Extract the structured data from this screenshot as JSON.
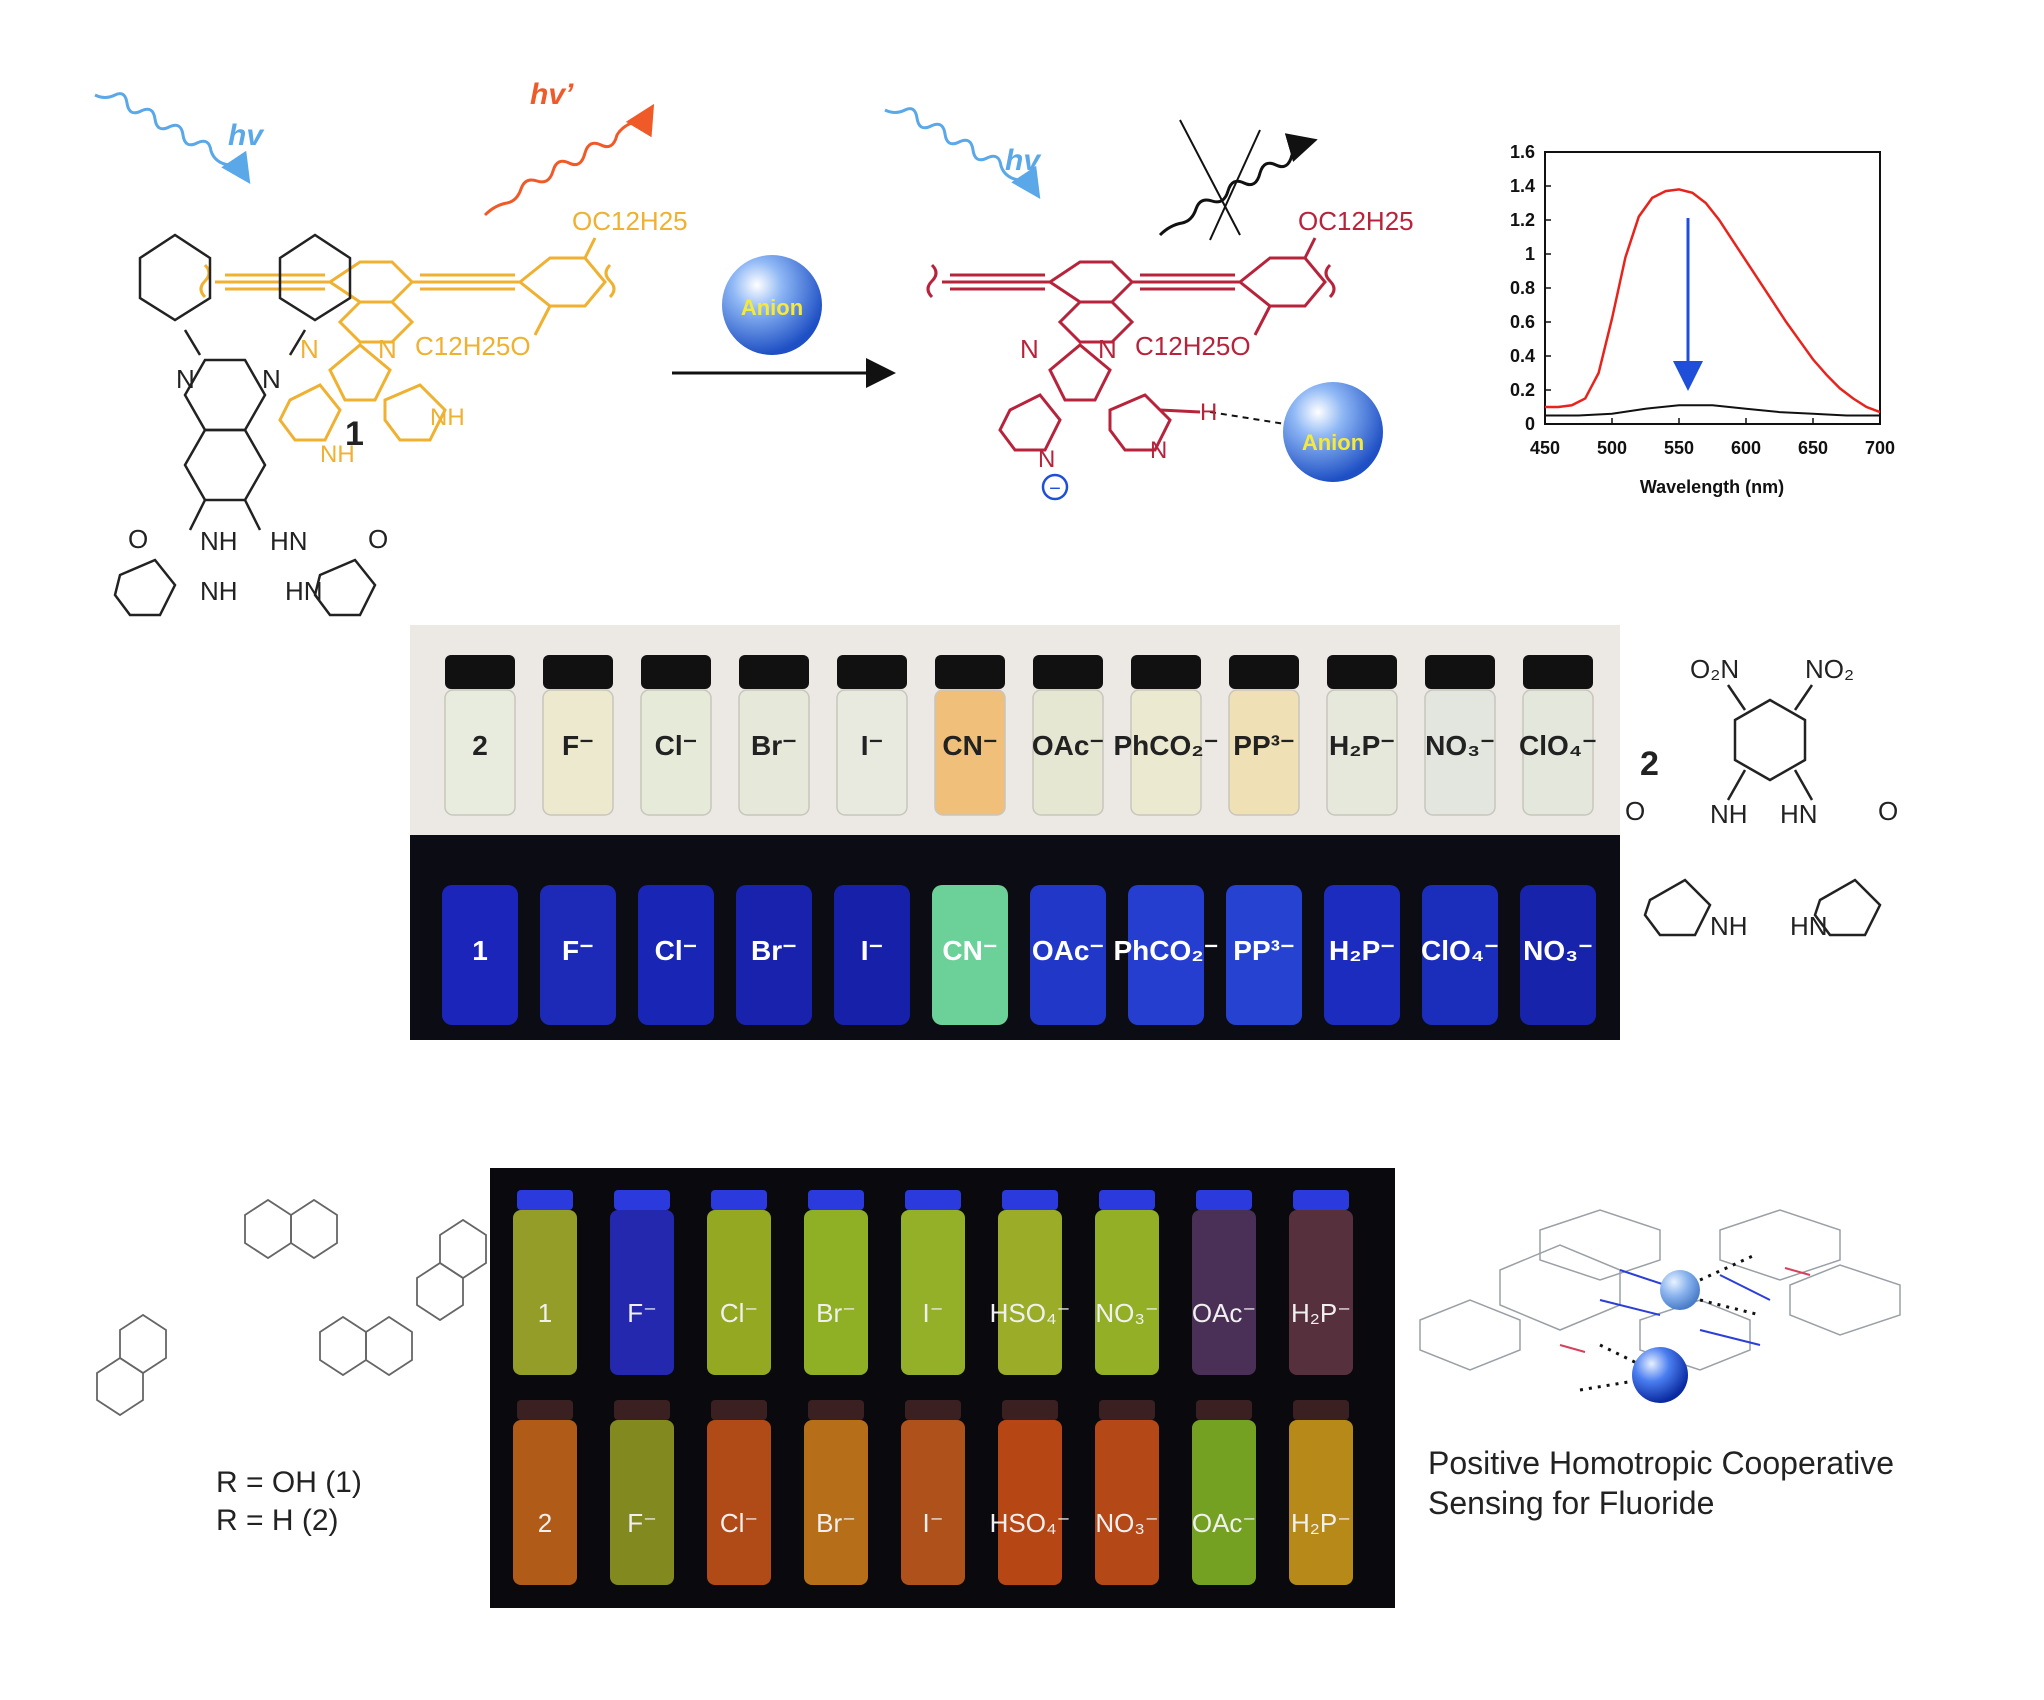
{
  "scheme_top": {
    "hv": "hv",
    "hv_prime": "hv’",
    "oc12h25": "OC12H25",
    "c12h25o": "C12H25O",
    "n": "N",
    "nh": "NH",
    "h": "H",
    "anion": "Anion",
    "minus": "−"
  },
  "spectrum": {
    "chart_data": {
      "type": "line",
      "xlabel": "Wavelength (nm)",
      "ylabel": "",
      "xlim": [
        450,
        700
      ],
      "ylim": [
        0,
        1.6
      ],
      "xticks": [
        450,
        500,
        550,
        600,
        650,
        700
      ],
      "yticks": [
        0,
        0.2,
        0.4,
        0.6,
        0.8,
        1,
        1.2,
        1.4,
        1.6
      ],
      "series": [
        {
          "color": "#e8231c",
          "x": [
            450,
            460,
            470,
            480,
            490,
            500,
            510,
            520,
            530,
            540,
            550,
            560,
            570,
            580,
            590,
            600,
            610,
            620,
            630,
            640,
            650,
            660,
            670,
            680,
            690,
            700
          ],
          "y": [
            0.1,
            0.1,
            0.11,
            0.15,
            0.3,
            0.62,
            0.98,
            1.22,
            1.33,
            1.37,
            1.38,
            1.36,
            1.3,
            1.2,
            1.08,
            0.96,
            0.84,
            0.72,
            0.6,
            0.49,
            0.38,
            0.29,
            0.21,
            0.15,
            0.1,
            0.07
          ]
        },
        {
          "color": "#111111",
          "x": [
            450,
            475,
            500,
            525,
            550,
            575,
            600,
            625,
            650,
            675,
            700
          ],
          "y": [
            0.05,
            0.05,
            0.06,
            0.09,
            0.11,
            0.11,
            0.09,
            0.07,
            0.06,
            0.05,
            0.05
          ]
        }
      ]
    }
  },
  "mid": {
    "label1": "1",
    "label2": "2",
    "n": "N",
    "nh": "NH",
    "hn": "HN",
    "o": "O",
    "no2": "O₂N",
    "no2b": "NO₂",
    "top_vials": [
      "2",
      "F⁻",
      "Cl⁻",
      "Br⁻",
      "I⁻",
      "CN⁻",
      "OAc⁻",
      "PhCO₂⁻",
      "PP³⁻",
      "H₂P⁻",
      "NO₃⁻",
      "ClO₄⁻"
    ],
    "top_colors": [
      "#e8ecde",
      "#ece9cf",
      "#e6ead9",
      "#e6e8da",
      "#e8eadf",
      "#f0c07a",
      "#e6e7d2",
      "#ebead0",
      "#f0e0b5",
      "#e5e8da",
      "#e2e6de",
      "#e4e7db"
    ],
    "bottom_vials": [
      "1",
      "F⁻",
      "Cl⁻",
      "Br⁻",
      "I⁻",
      "CN⁻",
      "OAc⁻",
      "PhCO₂⁻",
      "PP³⁻",
      "H₂P⁻",
      "ClO₄⁻",
      "NO₃⁻"
    ],
    "bottom_colors": [
      "#1f2ad6",
      "#2130d4",
      "#1c2ad0",
      "#1b27c8",
      "#1a25c2",
      "#7df5b0",
      "#2540e8",
      "#2a48f0",
      "#2a4cf2",
      "#1e32dc",
      "#1f34d8",
      "#1a28c6"
    ]
  },
  "bot": {
    "r_oh": "R = OH (1)",
    "r_h": "R = H (2)",
    "caption1": "Positive Homotropic Cooperative",
    "caption2": "Sensing for Fluoride",
    "row1": [
      "1",
      "F⁻",
      "Cl⁻",
      "Br⁻",
      "I⁻",
      "HSO₄⁻",
      "NO₃⁻",
      "OAc⁻",
      "H₂P⁻"
    ],
    "row1_colors": [
      "#b6c230",
      "#2a30d8",
      "#b8d028",
      "#b0d82a",
      "#b6d830",
      "#bed430",
      "#b4d82c",
      "#5a3a6a",
      "#6a3a4a"
    ],
    "row2": [
      "2",
      "F⁻",
      "Cl⁻",
      "Br⁻",
      "I⁻",
      "HSO₄⁻",
      "NO₃⁻",
      "OAc⁻",
      "H₂P⁻"
    ],
    "row2_colors": [
      "#e8781c",
      "#aab426",
      "#e8601a",
      "#f0901c",
      "#e66a20",
      "#f05c18",
      "#ee5e1a",
      "#9ad42a",
      "#f0b41c"
    ]
  }
}
